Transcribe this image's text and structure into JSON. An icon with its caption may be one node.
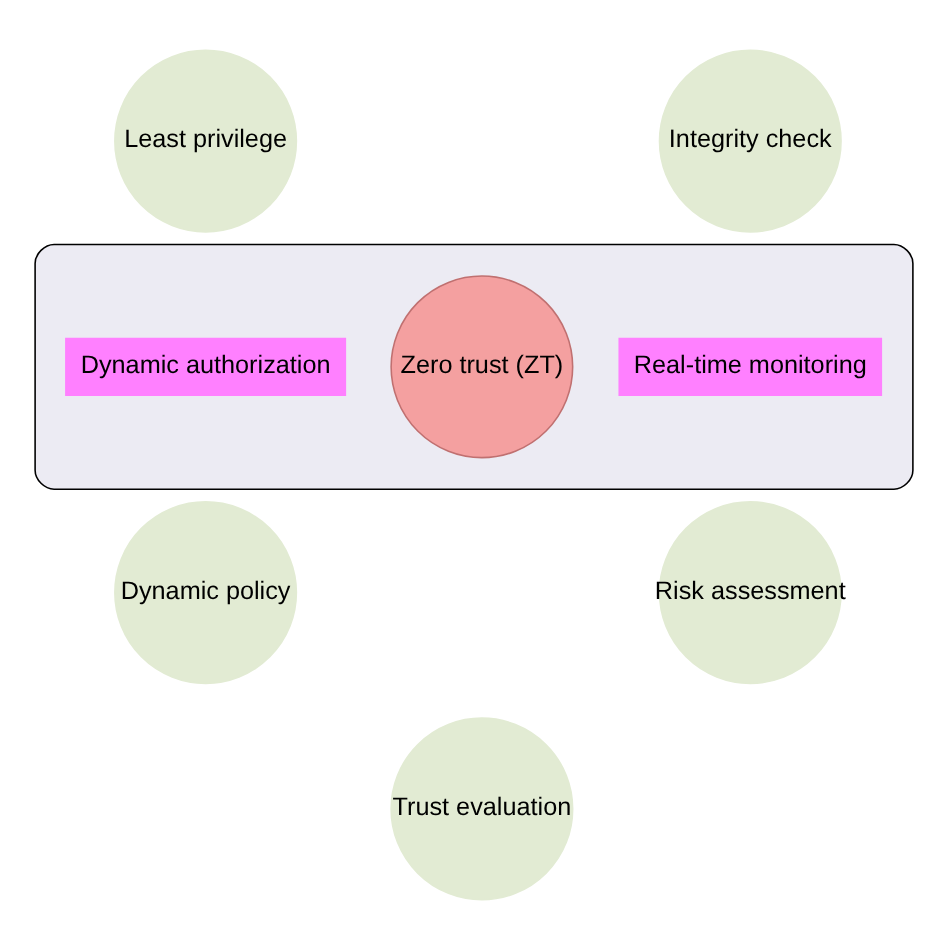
{
  "diagram": {
    "nodes": [
      {
        "text": [
          "Least privilege"
        ]
      },
      {
        "text": [
          "Integrity check"
        ]
      },
      {
        "text": [],
        "shape": "ellipse"
      },
      {
        "text": [
          "Dynamic authorization"
        ],
        "in": 2
      },
      {
        "text": [
          "Zero trust (ZT)"
        ],
        "in": 2
      },
      {
        "text": [
          "Real-time monitoring"
        ],
        "in": 2
      },
      {
        "text": [
          "Dynamic policy"
        ]
      },
      {
        "text": [
          "Risk assessment"
        ]
      },
      {
        "text": [
          "Trust evaluation"
        ]
      }
    ]
  }
}
